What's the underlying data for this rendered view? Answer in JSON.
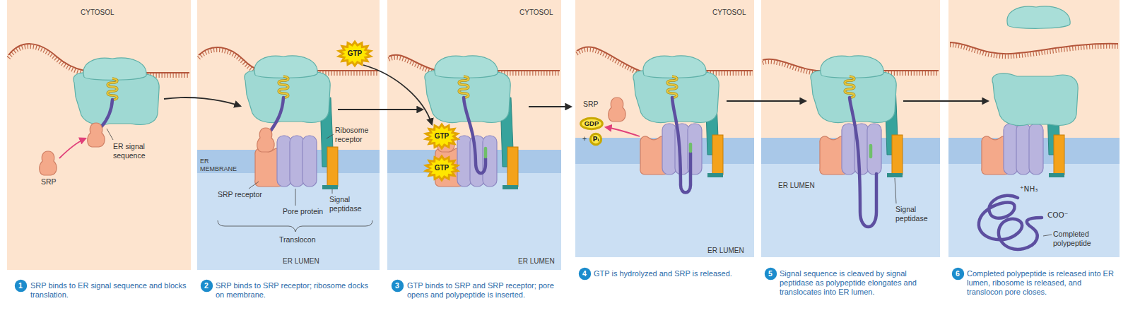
{
  "diagram": {
    "nodes": [
      {
        "text": [
          "1"
        ]
      },
      {
        "text": [
          "2"
        ]
      },
      {
        "text": [
          "GTP"
        ]
      },
      {
        "text": [
          "GTP"
        ]
      },
      {
        "text": [
          "GTP"
        ]
      },
      {
        "text": [
          "3"
        ]
      },
      {
        "text": [
          "GDP"
        ]
      },
      {
        "text": [
          "Pᵢ"
        ]
      },
      {
        "text": [
          "4"
        ]
      },
      {
        "text": [
          "5"
        ]
      },
      {
        "text": [
          "6"
        ]
      }
    ],
    "labels": [
      "CYTOSOL",
      "ER signal sequence",
      "SRP",
      "SRP binds to ER signal sequence and blocks translation.",
      "Ribosome receptor",
      "ER MEMBRANE",
      "SRP receptor",
      "Pore protein",
      "Signal peptidase",
      "Translocon",
      "ER LUMEN",
      "SRP binds to SRP receptor; ribosome docks on membrane.",
      "CYTOSOL",
      "ER LUMEN",
      "GTP binds to SRP and SRP receptor; pore opens and polypeptide is inserted.",
      "CYTOSOL",
      "SRP",
      "+",
      "ER LUMEN",
      "GTP is hydrolyzed and SRP is released.",
      "ER LUMEN",
      "Signal peptidase",
      "Signal sequence is cleaved by signal peptidase as polypeptide elongates and translocates into ER lumen.",
      "⁺NH₃",
      "COO⁻",
      "Completed polypeptide",
      "Completed polypeptide is released into ER lumen, ribosome is released, and translocon pore closes."
    ]
  }
}
